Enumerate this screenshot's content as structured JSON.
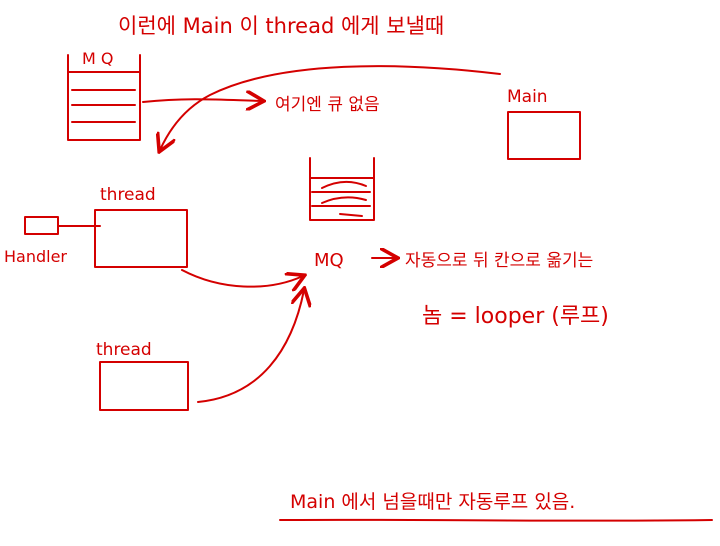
{
  "title": "이런에 Main 이 thread 에게 보낼때",
  "labels": {
    "mq_top": "M Q",
    "main_box": "Main",
    "no_queue_note": "여기엔 큐 없음",
    "thread_top": "thread",
    "handler": "Handler",
    "mq_center": "MQ",
    "auto_move_note": "자동으로 뒤 칸으로 옮기는",
    "looper_note": "놈 = looper (루프)",
    "thread_bottom": "thread",
    "footer_note": "Main 에서 넘을때만 자동루프 있음."
  },
  "colors": {
    "ink": "#d40000",
    "background": "#ffffff"
  }
}
